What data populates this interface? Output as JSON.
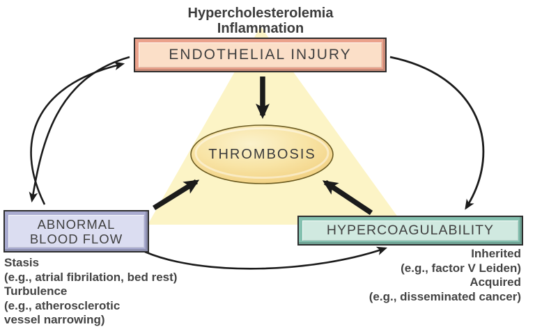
{
  "header": {
    "line1": "Hypercholesterolemia",
    "line2": "Inflammation"
  },
  "nodes": {
    "endothelial_injury": {
      "label": "ENDOTHELIAL INJURY"
    },
    "thrombosis": {
      "label": "THROMBOSIS"
    },
    "abnormal_blood_flow": {
      "line1": "ABNORMAL",
      "line2": "BLOOD FLOW"
    },
    "hypercoagulability": {
      "label": "HYPERCOAGULABILITY"
    }
  },
  "annotations": {
    "abnormal_blood_flow": {
      "lines": [
        "Stasis",
        "(e.g., atrial fibrilation, bed rest)",
        "Turbulence",
        "(e.g., atherosclerotic",
        "vessel narrowing)"
      ]
    },
    "hypercoagulability": {
      "lines": [
        "Inherited",
        "(e.g., factor V Leiden)",
        "Acquired",
        "(e.g., disseminated cancer)"
      ]
    }
  },
  "colors": {
    "endothelial_frame": "#eba28c",
    "endothelial_fill": "#fbdfc8",
    "abnormal_frame": "#a9abd0",
    "abnormal_fill": "#dbddf1",
    "hyper_frame": "#83c0af",
    "hyper_fill": "#d0e9e0",
    "triangle": "#fcf4c6",
    "ellipse_fill": "#f6dc96",
    "ellipse_ring": "#eec06a",
    "arrow": "#1b1b1b",
    "text": "#3c3c3c"
  }
}
